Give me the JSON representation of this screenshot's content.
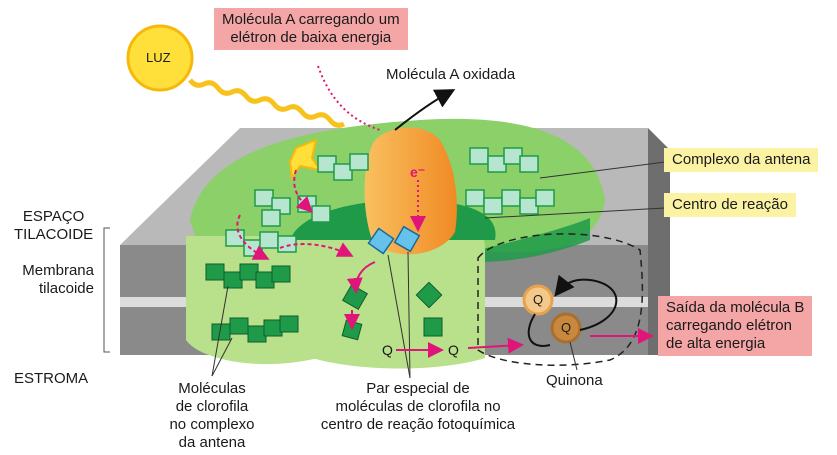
{
  "labels": {
    "light": "LUZ",
    "molecule_a_carrying": "Molécula A carregando um\nelétron de baixa energia",
    "molecule_a_oxidized": "Molécula A oxidada",
    "antenna_complex": "Complexo da antena",
    "reaction_center": "Centro de reação",
    "thylakoid_space": "ESPAÇO\nTILACOIDE",
    "thylakoid_membrane": "Membrana\ntilacoide",
    "stroma": "ESTROMA",
    "molecule_b_exit": "Saída da molécula B\ncarregando elétron\nde alta energia",
    "electron": "e⁻",
    "quinone_symbol": "Q",
    "quinone": "Quinona",
    "chlorophyll_antenna": "Moléculas\nde clorofila\nno complexo\nda antena",
    "special_pair": "Par especial de\nmoléculas de clorofila no\ncentro de reação fotoquímica"
  },
  "colors": {
    "pink_box": "#f4a6a6",
    "yellow_box": "#fbf3a3",
    "membrane_gray": "#8a8a8a",
    "membrane_top": "#b9b9b9",
    "antenna_green": "#8cd06a",
    "light_green": "#b9e08a",
    "dark_green": "#1e9a48",
    "pale_chlorophyll": "#b6e6cf",
    "reaction_orange": "#f6a640",
    "special_pair_blue": "#66c2ea",
    "quinone_orange": "#e6a24e",
    "quinone_brown": "#a96f2d",
    "arrow_magenta": "#e0157a",
    "sun_yellow": "#ffe03a"
  }
}
